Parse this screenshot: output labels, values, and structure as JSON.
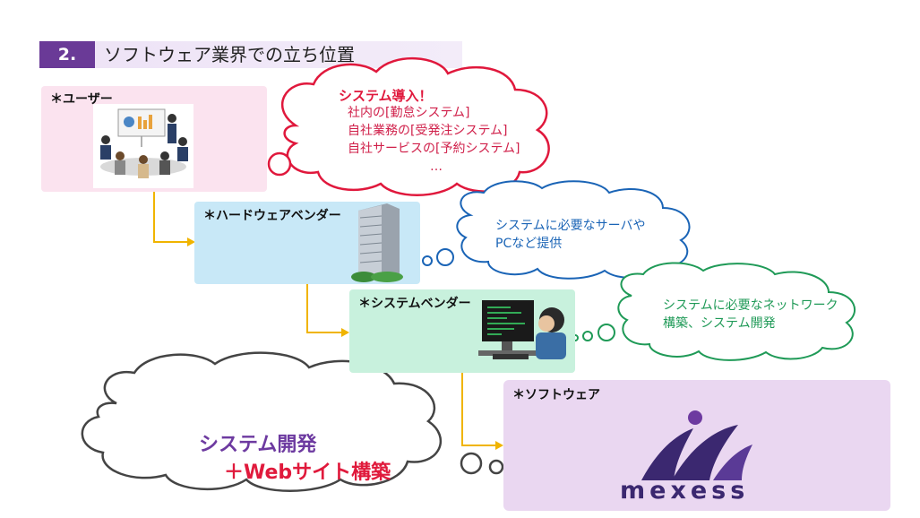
{
  "title": {
    "number": "2.",
    "text": "ソフトウェア業界での立ち位置"
  },
  "boxes": {
    "user": "＊ユーザー",
    "hardware": "＊ハードウェアベンダー",
    "system": "＊システムベンダー",
    "software": "＊ソフトウェア"
  },
  "clouds": {
    "user": {
      "title": "システム導入！",
      "lines": [
        "社内の[勤怠システム]",
        "自社業務の[受発注システム]",
        "自社サービスの[予約システム]",
        "…"
      ]
    },
    "hardware": {
      "lines": [
        "システムに必要なサーバや",
        "PCなど提供"
      ]
    },
    "system": {
      "lines": [
        "システムに必要なネットワーク",
        "構築、システム開発"
      ]
    },
    "software": {
      "line1": "システム開発",
      "line2": "＋Webサイト構築"
    }
  },
  "logo": {
    "text": "mexess"
  },
  "colors": {
    "title_accent": "#6a3a97",
    "connector": "#f0b400",
    "cloud_user": "#e0183c",
    "cloud_hardware": "#1a64b6",
    "cloud_system": "#1f9a57",
    "cloud_software": "#6d3aa0"
  }
}
